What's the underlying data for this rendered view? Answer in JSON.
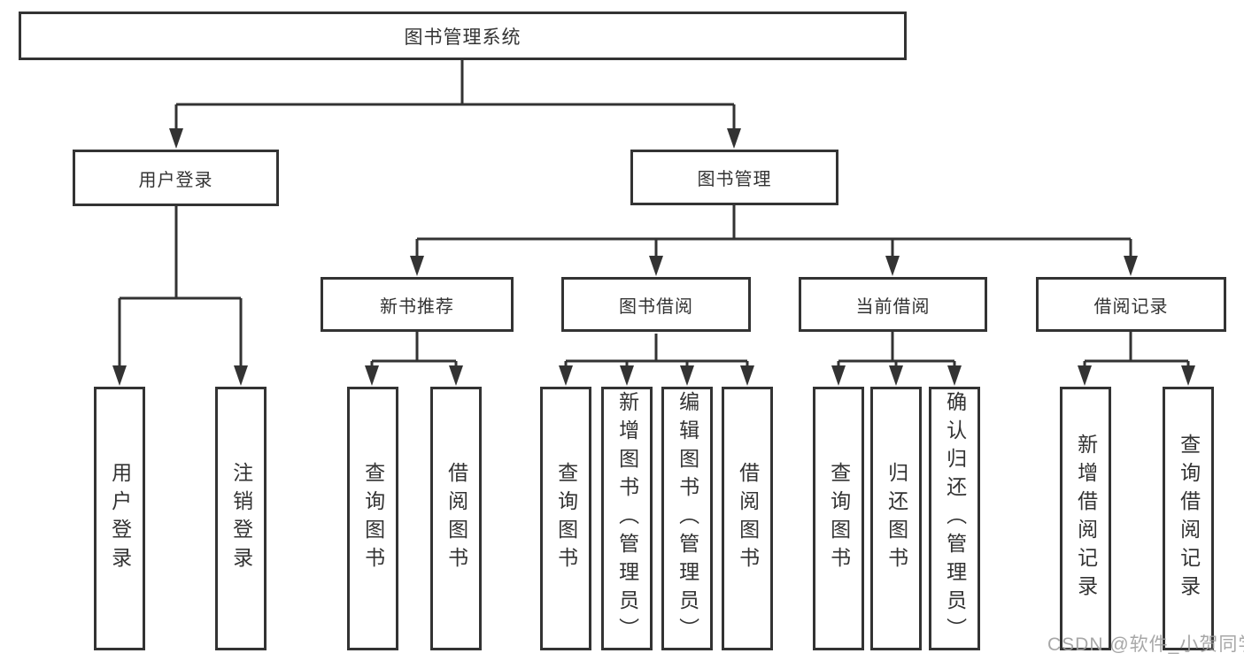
{
  "diagram": {
    "title": "图书管理系统",
    "nodes": {
      "root": "图书管理系统",
      "l2": [
        "用户登录",
        "图书管理"
      ],
      "l3": [
        "新书推荐",
        "图书借阅",
        "当前借阅",
        "借阅记录"
      ],
      "leaves": [
        "用户登录",
        "注销登录",
        "查询图书",
        "借阅图书",
        "查询图书",
        "新增图书（管理员）",
        "编辑图书（管理员）",
        "借阅图书",
        "查询图书",
        "归还图书",
        "确认归还（管理员）",
        "新增借阅记录",
        "查询借阅记录"
      ]
    },
    "hierarchy": [
      {
        "parent": "图书管理系统",
        "children": [
          "用户登录",
          "图书管理"
        ]
      },
      {
        "parent": "用户登录",
        "children": [
          "用户登录",
          "注销登录"
        ]
      },
      {
        "parent": "图书管理",
        "children": [
          "新书推荐",
          "图书借阅",
          "当前借阅",
          "借阅记录"
        ]
      },
      {
        "parent": "新书推荐",
        "children": [
          "查询图书",
          "借阅图书"
        ]
      },
      {
        "parent": "图书借阅",
        "children": [
          "查询图书",
          "新增图书（管理员）",
          "编辑图书（管理员）",
          "借阅图书"
        ]
      },
      {
        "parent": "当前借阅",
        "children": [
          "查询图书",
          "归还图书",
          "确认归还（管理员）"
        ]
      },
      {
        "parent": "借阅记录",
        "children": [
          "新增借阅记录",
          "查询借阅记录"
        ]
      }
    ],
    "watermark": "CSDN @软件_小贺同学",
    "colors": {
      "line": "#333333",
      "box_border": "#333333",
      "text": "#333333",
      "watermark": "#9e9e9e",
      "background": "#ffffff"
    }
  }
}
